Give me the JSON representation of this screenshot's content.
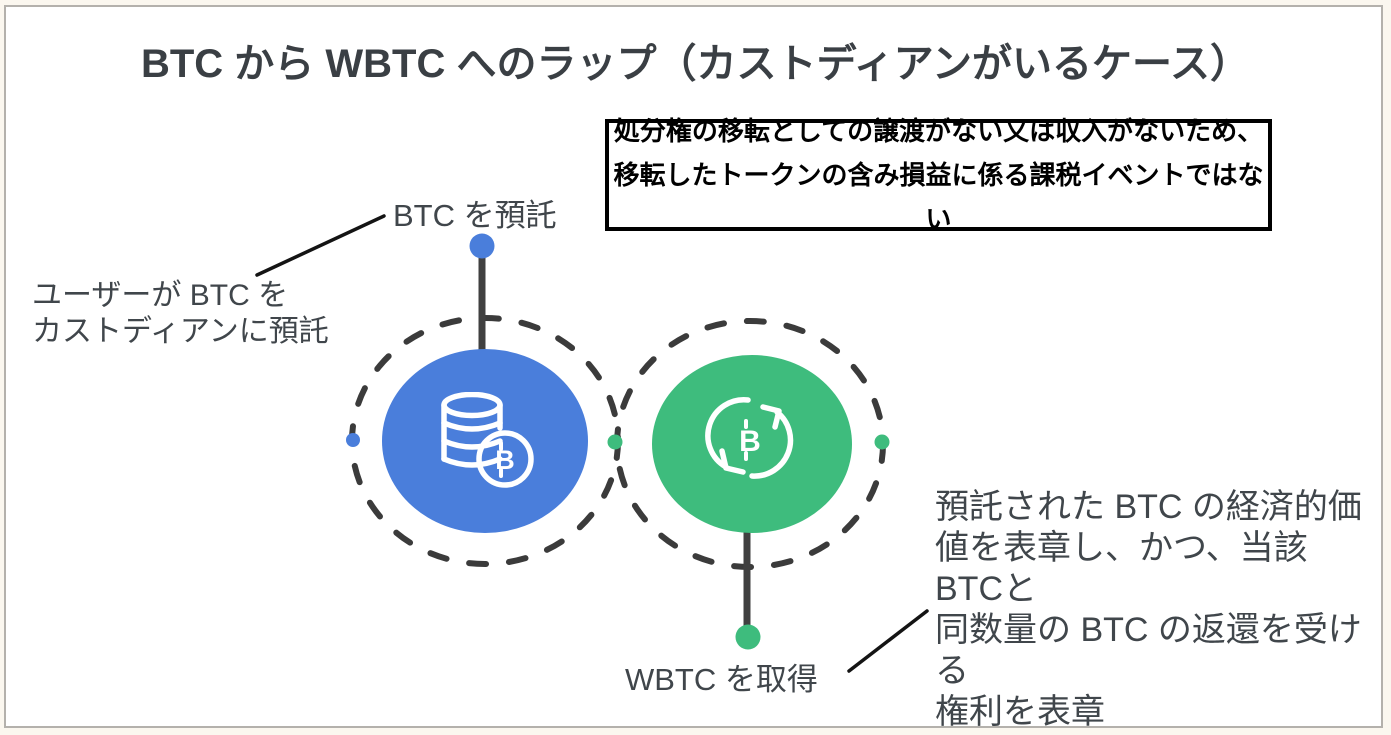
{
  "title": "BTC から WBTC へのラップ（カストディアンがいるケース）",
  "note_box": {
    "text": "処分権の移転としての譲渡がない又は収入がないため、\n移転したトークンの含み損益に係る課税イベントではない"
  },
  "deposit": {
    "label": "BTC を預託",
    "annotation": "ユーザーが BTC を\nカストディアンに預託",
    "icon": "database-bitcoin-icon"
  },
  "receive": {
    "label": "WBTC を取得",
    "annotation": "預託された BTC の経済的価\n値を表章し、かつ、当該BTCと\n同数量の BTC の返還を受ける\n権利を表章",
    "icon": "bitcoin-exchange-icon"
  },
  "icons": {
    "bitcoin_letter": "B"
  },
  "colors": {
    "blue": "#4a7edb",
    "green": "#3ebc7d",
    "line_dark": "#3b3b3b",
    "text_dark": "#40464b",
    "note_border": "#000000",
    "panel_border": "#b4b1ac",
    "outer_background": "#fbf7ef"
  }
}
